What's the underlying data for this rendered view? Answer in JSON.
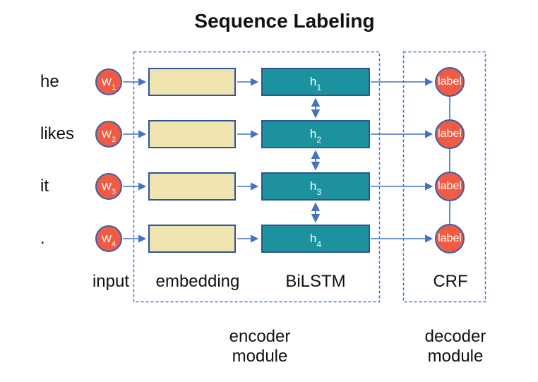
{
  "title": "Sequence Labeling",
  "colors": {
    "accent-blue": "#4472C4",
    "box-border": "#2F5597",
    "circle-border": "#3F5EA9",
    "circle-red": "#F05B43",
    "embed-yellow": "#EFE3AF",
    "lstm-teal": "#1C929F"
  },
  "rows": [
    {
      "word": "he",
      "w_base": "W",
      "w_sub": "1",
      "h_base": "h",
      "h_sub": "1",
      "label": "label"
    },
    {
      "word": "likes",
      "w_base": "W",
      "w_sub": "2",
      "h_base": "h",
      "h_sub": "2",
      "label": "label"
    },
    {
      "word": "it",
      "w_base": "W",
      "w_sub": "3",
      "h_base": "h",
      "h_sub": "3",
      "label": "label"
    },
    {
      "word": ".",
      "w_base": "W",
      "w_sub": "4",
      "h_base": "h",
      "h_sub": "4",
      "label": "label"
    }
  ],
  "column_labels": {
    "input": "input",
    "embedding": "embedding",
    "bilstm": "BiLSTM",
    "crf": "CRF"
  },
  "modules": {
    "encoder": {
      "line1": "encoder",
      "line2": "module"
    },
    "decoder": {
      "line1": "decoder",
      "line2": "module"
    }
  }
}
